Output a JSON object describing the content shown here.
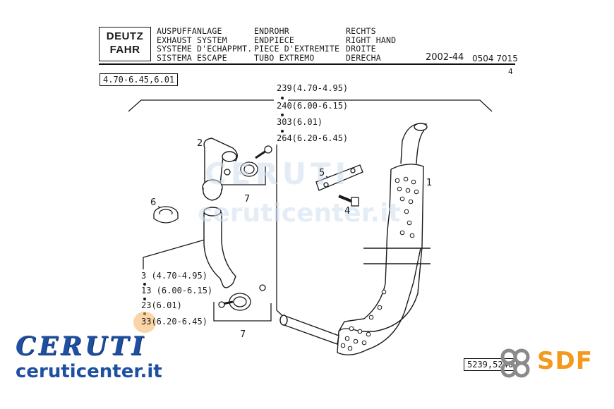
{
  "header": {
    "logo_line1": "DEUTZ",
    "logo_line2": "FAHR",
    "col1": [
      "AUSPUFFANLAGE",
      "EXHAUST SYSTEM",
      "SYSTEME D'ECHAPPMT.",
      "SISTEMA ESCAPE"
    ],
    "col2": [
      "ENDROHR",
      "ENDPIECE",
      "PIECE D'EXTREMITE",
      "TUBO EXTREMO"
    ],
    "col3": [
      "RECHTS",
      "RIGHT HAND",
      "DROITE",
      "DERECHA"
    ],
    "page_code": "2002-44",
    "part_no": "0504 7015",
    "page_num": "4"
  },
  "model_box": "4.70-6.45,6.01",
  "callouts_top": [
    "239(4.70-4.95)",
    "240(6.00-6.15)",
    "303(6.01)",
    "264(6.20-6.45)"
  ],
  "callouts_left": [
    "3 (4.70-4.95)",
    "13 (6.00-6.15)",
    "23(6.01)",
    "33(6.20-6.45)"
  ],
  "parts": {
    "p1": "1",
    "p2": "2",
    "p4": "4",
    "p5": "5",
    "p6": "6",
    "p7a": "7",
    "p7b": "7"
  },
  "footer_box": "5239,5240",
  "watermark": {
    "brand": "CERUTI",
    "url": "ceruticenter.it",
    "sdf": "SDF"
  },
  "colors": {
    "brand_blue": "#1f4fa0",
    "sdf_orange": "#f39a1e",
    "sdf_grey": "#8a8a8a",
    "highlight": "#f4b25f"
  }
}
